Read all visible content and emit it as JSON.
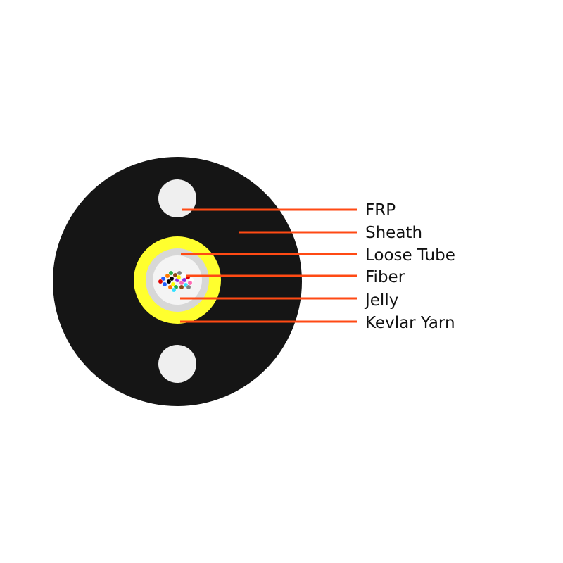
{
  "labels": {
    "frp": "FRP",
    "sheath": "Sheath",
    "loose_tube": "Loose Tube",
    "fiber": "Fiber",
    "jelly": "Jelly",
    "kevlar_yarn": "Kevlar Yarn"
  },
  "colors": {
    "sheath": "#151515",
    "frp": "#efefef",
    "kevlar_yarn": "#ffff2e",
    "loose_tube": "#d7d7d7",
    "jelly": "#f4f4f4",
    "leader_line": "#ff4a14",
    "label_text": "#111111"
  },
  "fiber_colors": [
    "#1f5bff",
    "#ff7a00",
    "#22b14c",
    "#8b4513",
    "#808080",
    "#ffffff",
    "#e00000",
    "#000000",
    "#ffff00",
    "#8a2be2",
    "#ff69b4",
    "#33e0ff"
  ]
}
